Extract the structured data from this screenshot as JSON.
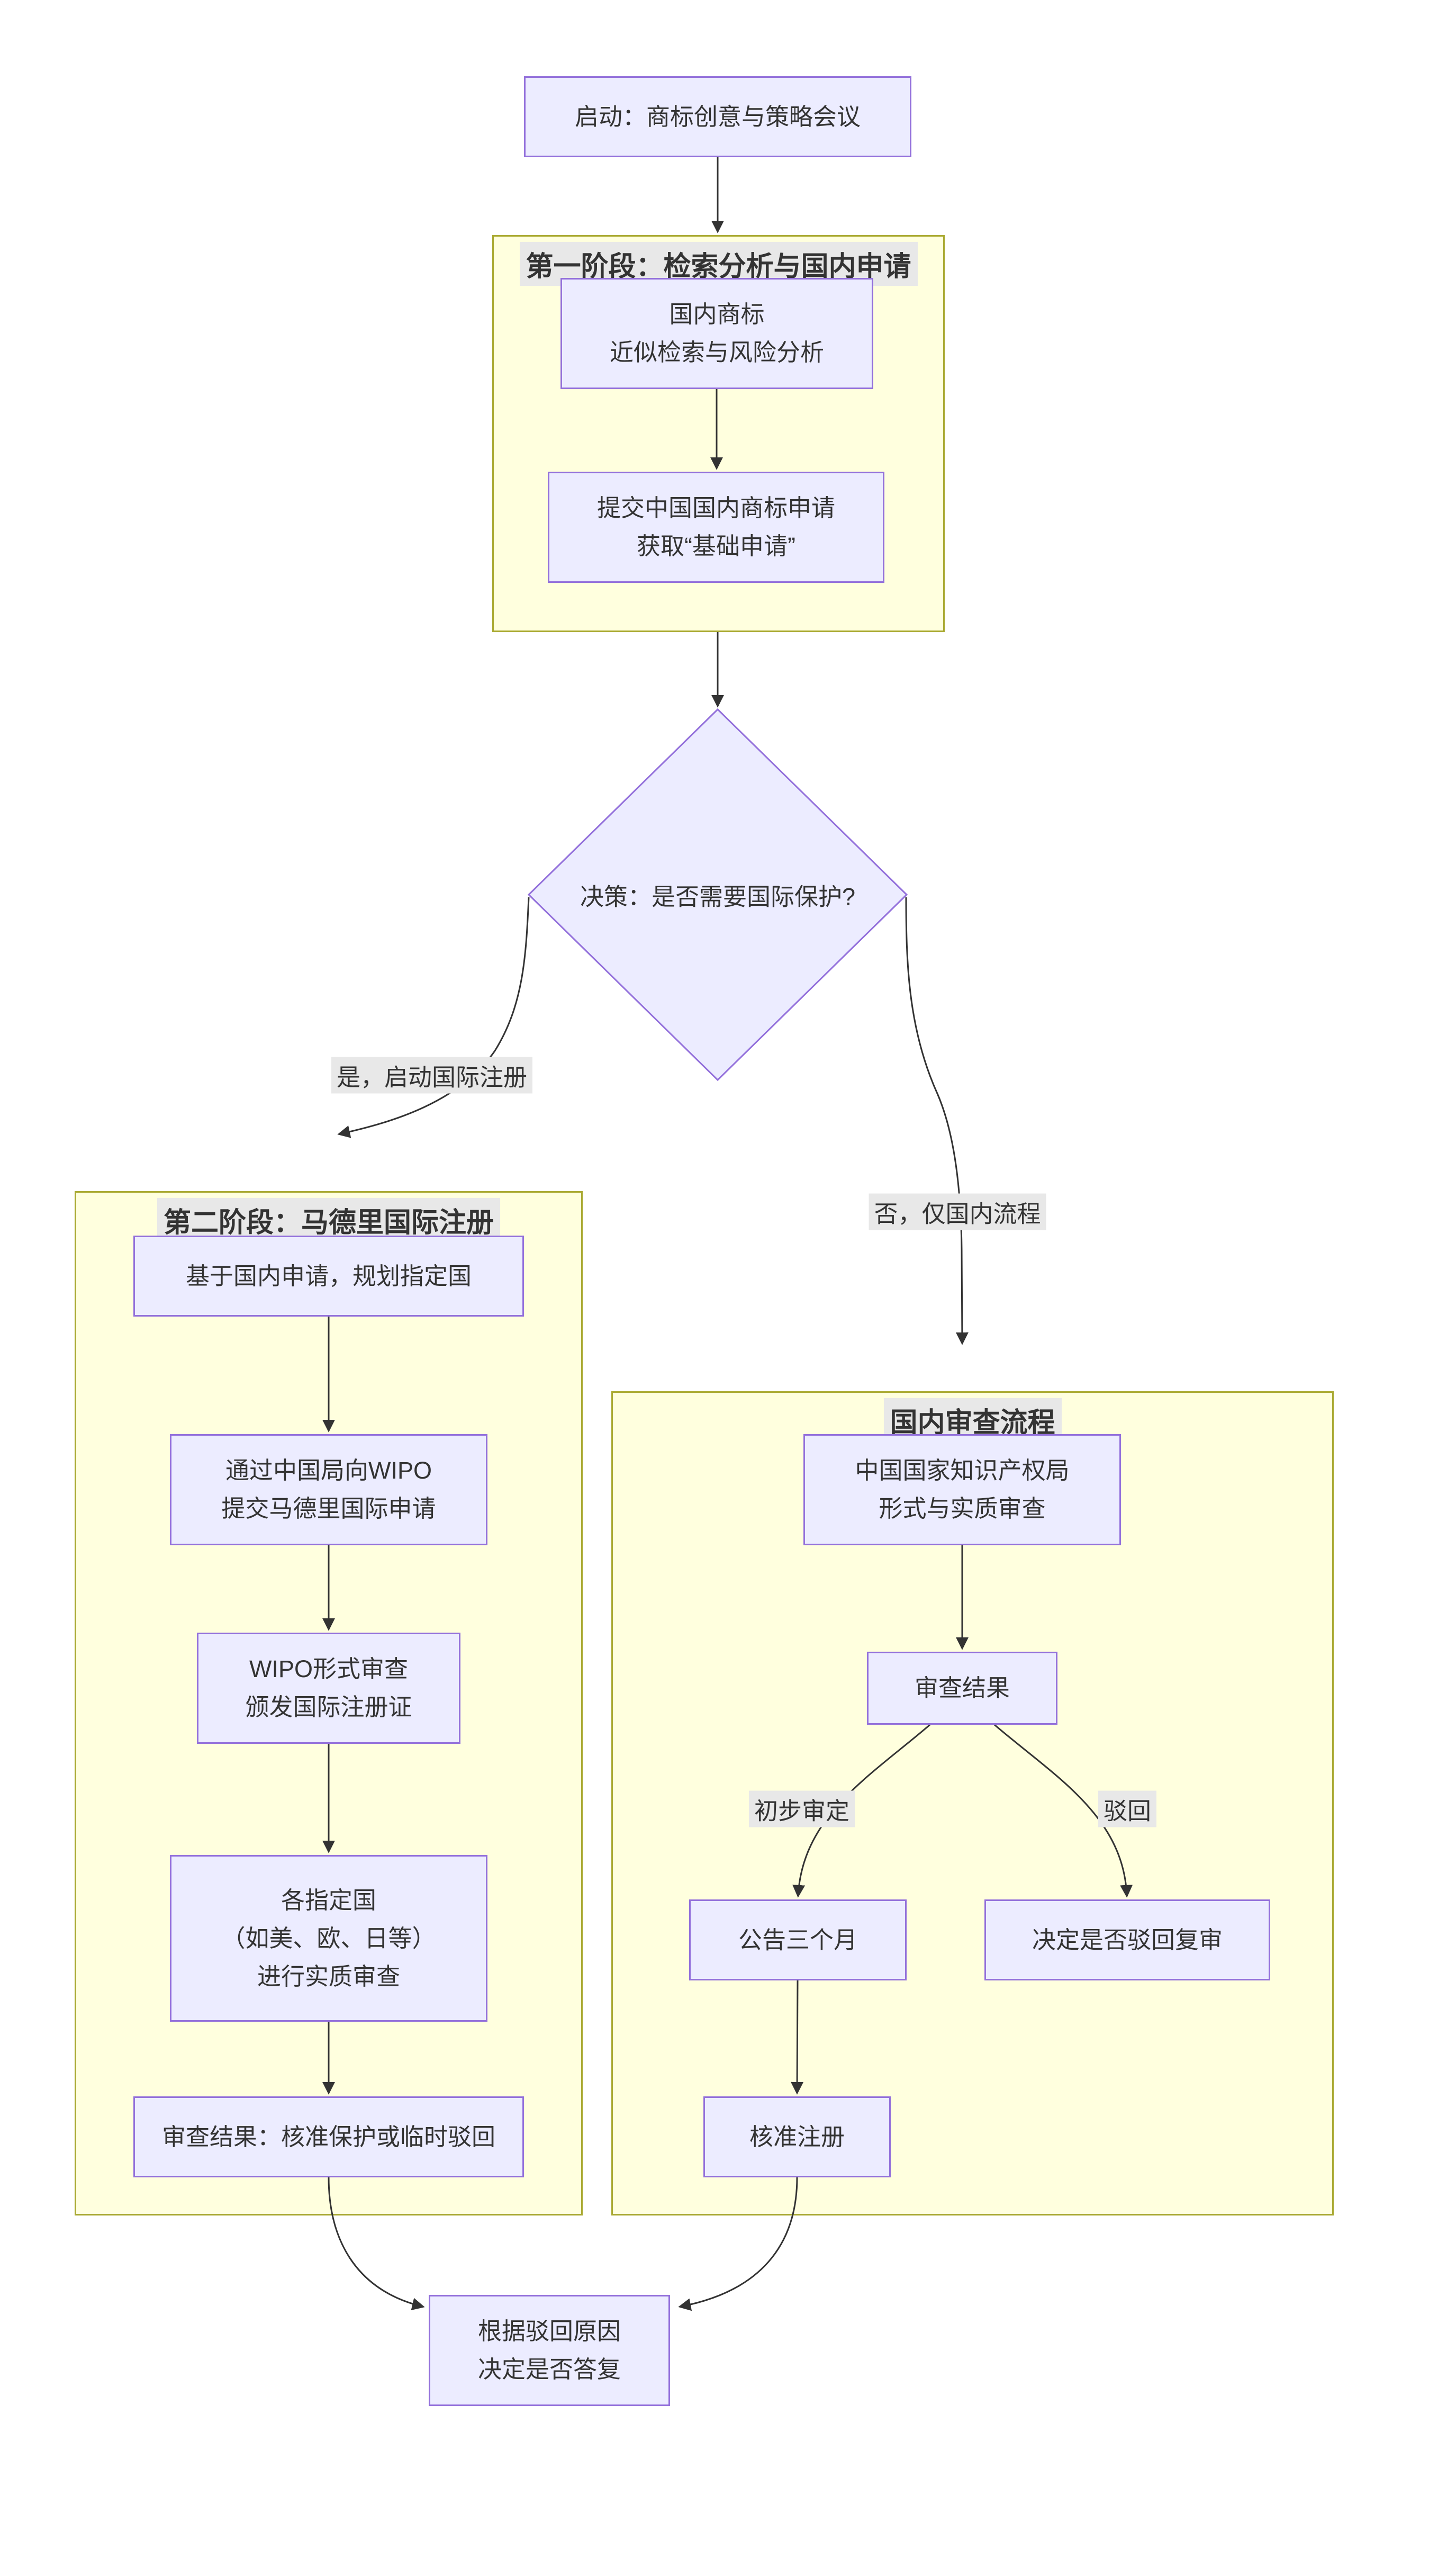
{
  "diagram": {
    "type": "flowchart",
    "background": "#FFFFFF",
    "colors": {
      "node_fill": "#ECECFF",
      "node_border": "#9370DB",
      "cluster_fill": "#FFFFDE",
      "cluster_border": "#AAAA33",
      "edge_label_bg": "#E8E8E8",
      "line": "#333333",
      "text": "#333333"
    },
    "nodes": {
      "start": {
        "label": "启动：商标创意与策略会议"
      },
      "domestic_search": {
        "label": "国内商标\n近似检索与风险分析"
      },
      "submit_domestic": {
        "label": "提交中国国内商标申请\n获取“基础申请”"
      },
      "decision": {
        "label": "决策：是否需要国际保护?"
      },
      "plan_countries": {
        "label": "基于国内申请，规划指定国"
      },
      "wipo_submit": {
        "label": "通过中国局向WIPO\n提交马德里国际申请"
      },
      "wipo_exam": {
        "label": "WIPO形式审查\n颁发国际注册证"
      },
      "designated_exam": {
        "label": "各指定国\n（如美、欧、日等）\n进行实质审查"
      },
      "madrid_result": {
        "label": "审查结果：核准保护或临时驳回"
      },
      "cnipa_exam": {
        "label": "中国国家知识产权局\n形式与实质审查"
      },
      "exam_result": {
        "label": "审查结果"
      },
      "publication": {
        "label": "公告三个月"
      },
      "refusal_review": {
        "label": "决定是否驳回复审"
      },
      "register": {
        "label": "核准注册"
      },
      "respond": {
        "label": "根据驳回原因\n决定是否答复"
      }
    },
    "clusters": {
      "phase1": {
        "title": "第一阶段：检索分析与国内申请"
      },
      "phase2": {
        "title": "第二阶段：马德里国际注册"
      },
      "domestic": {
        "title": "国内审查流程"
      }
    },
    "edge_labels": {
      "yes": "是，启动国际注册",
      "no": "否，仅国内流程",
      "preliminary": "初步审定",
      "refused": "驳回"
    },
    "edges": [
      {
        "from": "start",
        "to": "phase1"
      },
      {
        "from": "domestic_search",
        "to": "submit_domestic"
      },
      {
        "from": "phase1",
        "to": "decision"
      },
      {
        "from": "decision",
        "to": "phase2",
        "label": "是，启动国际注册"
      },
      {
        "from": "decision",
        "to": "domestic",
        "label": "否，仅国内流程"
      },
      {
        "from": "plan_countries",
        "to": "wipo_submit"
      },
      {
        "from": "wipo_submit",
        "to": "wipo_exam"
      },
      {
        "from": "wipo_exam",
        "to": "designated_exam"
      },
      {
        "from": "designated_exam",
        "to": "madrid_result"
      },
      {
        "from": "madrid_result",
        "to": "respond"
      },
      {
        "from": "cnipa_exam",
        "to": "exam_result"
      },
      {
        "from": "exam_result",
        "to": "publication",
        "label": "初步审定"
      },
      {
        "from": "exam_result",
        "to": "refusal_review",
        "label": "驳回"
      },
      {
        "from": "publication",
        "to": "register"
      },
      {
        "from": "register",
        "to": "respond"
      }
    ]
  }
}
